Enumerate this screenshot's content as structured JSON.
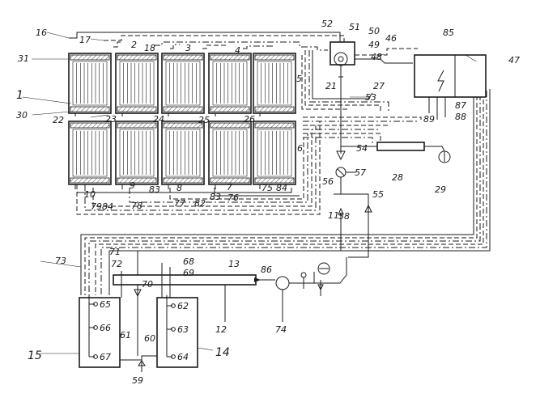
{
  "labels": {
    "n1": "1",
    "n2": "2",
    "n3": "3",
    "n4": "4",
    "n5": "5",
    "n6": "6",
    "n7": "7",
    "n8": "8",
    "n9": "9",
    "n10": "10",
    "n11": "11",
    "n12": "12",
    "n13": "13",
    "n14": "14",
    "n15": "15",
    "n16": "16",
    "n17": "17",
    "n18": "18",
    "n21": "21",
    "n22": "22",
    "n23": "23",
    "n24": "24",
    "n25": "25",
    "n26": "26",
    "n27": "27",
    "n28": "28",
    "n29": "29",
    "n30": "30",
    "n31": "31",
    "n46": "46",
    "n47": "47",
    "n48": "48",
    "n49": "49",
    "n50": "50",
    "n51": "51",
    "n52": "52",
    "n53": "53",
    "n54": "54",
    "n55": "55",
    "n56": "56",
    "n57": "57",
    "n58": "58",
    "n59": "59",
    "n60": "60",
    "n61": "61",
    "n62": "62",
    "n63": "63",
    "n64": "64",
    "n65": "65",
    "n66": "66",
    "n67": "67",
    "n68": "68",
    "n69": "69",
    "n70": "70",
    "n71": "71",
    "n72": "72",
    "n73": "73",
    "n74": "74",
    "n75": "75",
    "n76": "76",
    "n77": "77",
    "n78": "78",
    "n79": "79",
    "n82": "82",
    "n83": "83",
    "n83b": "83",
    "n84": "84",
    "n84b": "84",
    "n85": "85",
    "n86": "86",
    "n87": "87",
    "n88": "88",
    "n89": "89"
  }
}
